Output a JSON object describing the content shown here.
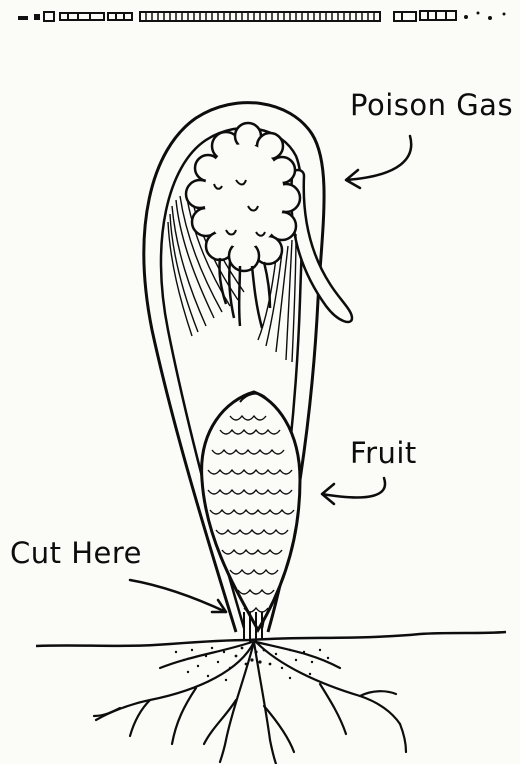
{
  "labels": {
    "poison_gas": "Poison Gas",
    "fruit": "Fruit",
    "cut_here": "Cut Here"
  },
  "colors": {
    "ink": "#0d0d0d",
    "paper": "#fbfbf8"
  }
}
